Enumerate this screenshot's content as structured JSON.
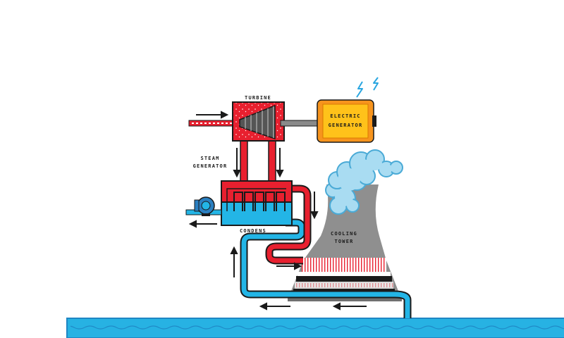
{
  "labels": {
    "turbine": "TURBINE",
    "generator_line1": "ELECTRIC",
    "generator_line2": "GENERATOR",
    "steam_line1": "STEAM",
    "steam_line2": "GENERATOR",
    "condens": "CONDENS",
    "tower_line1": "COOLING",
    "tower_line2": "TOWER"
  },
  "colors": {
    "steam_red": "#e8202f",
    "water_blue": "#23b5e6",
    "tower_gray": "#8f8f8f",
    "generator_yellow": "#ffc21a",
    "generator_orange": "#f7941d",
    "river_blue": "#27b2e3",
    "cloud_blue": "#a9dcf2",
    "arrow": "#1a1a1a"
  },
  "icons": [
    "lightning-bolt-icon",
    "pump-icon",
    "flow-arrow-icon"
  ]
}
